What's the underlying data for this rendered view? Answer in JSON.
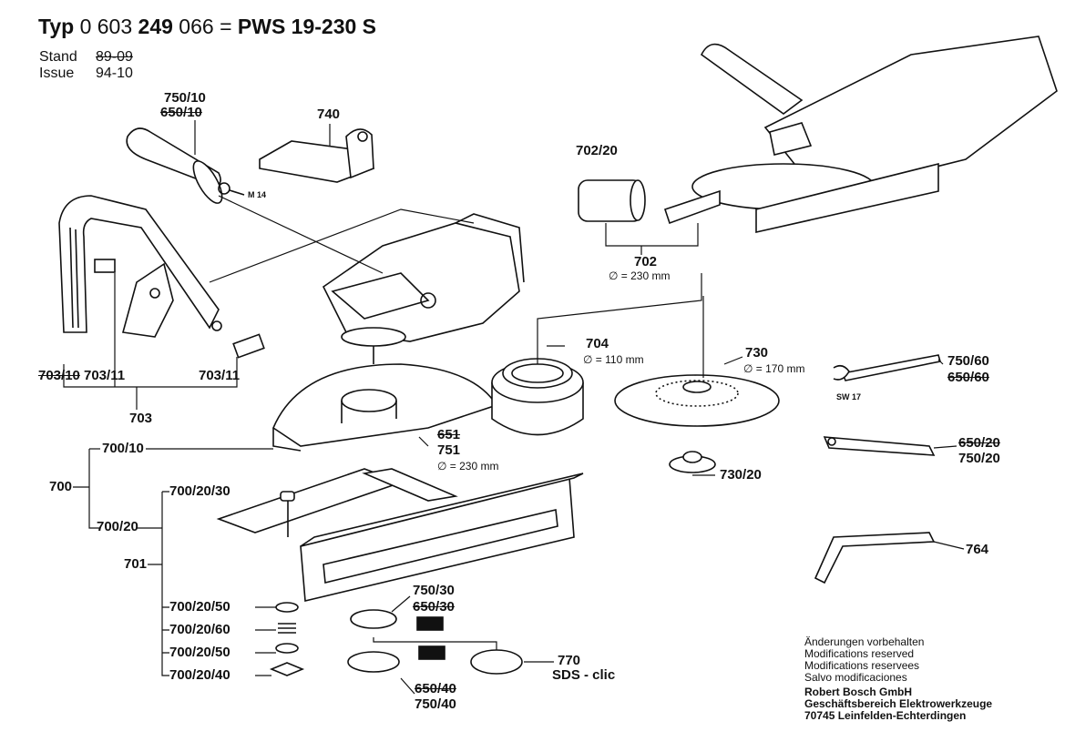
{
  "header": {
    "typ_label": "Typ",
    "typ_number_a": "0 603",
    "typ_number_b": "249",
    "typ_number_c": "066",
    "equals": "=",
    "model": "PWS 19-230 S",
    "stand_label": "Stand",
    "stand_value": "89-09",
    "issue_label": "Issue",
    "issue_value": "94-10"
  },
  "parts": {
    "p750_10": "750/10",
    "p650_10": "650/10",
    "p740": "740",
    "m14": "M 14",
    "p702_20": "702/20",
    "p702": "702",
    "p702_dim": "∅ = 230 mm",
    "p703_10": "703/10",
    "p703_11a": "703/11",
    "p703_11b": "703/11",
    "p703": "703",
    "p704": "704",
    "p704_dim": "∅ = 110 mm",
    "p730": "730",
    "p730_dim": "∅ = 170 mm",
    "p750_60": "750/60",
    "p650_60": "650/60",
    "sw17": "SW 17",
    "p651": "651",
    "p751": "751",
    "p751_dim": "∅ = 230 mm",
    "p650_20": "650/20",
    "p750_20": "750/20",
    "p730_20": "730/20",
    "p700_10": "700/10",
    "p700": "700",
    "p700_20_30": "700/20/30",
    "p700_20": "700/20",
    "p764": "764",
    "p701": "701",
    "p750_30": "750/30",
    "p650_30": "650/30",
    "p700_20_50a": "700/20/50",
    "p700_20_60": "700/20/60",
    "p700_20_50b": "700/20/50",
    "p700_20_40": "700/20/40",
    "p770": "770",
    "sds": "SDS - clic",
    "p650_40": "650/40",
    "p750_40": "750/40"
  },
  "notes": {
    "line1": "Änderungen vorbehalten",
    "line2": "Modifications reserved",
    "line3": "Modifications reservees",
    "line4": "Salvo modificaciones",
    "company1": "Robert Bosch GmbH",
    "company2": "Geschäftsbereich Elektrowerkzeuge",
    "company3": "70745 Leinfelden-Echterdingen"
  }
}
